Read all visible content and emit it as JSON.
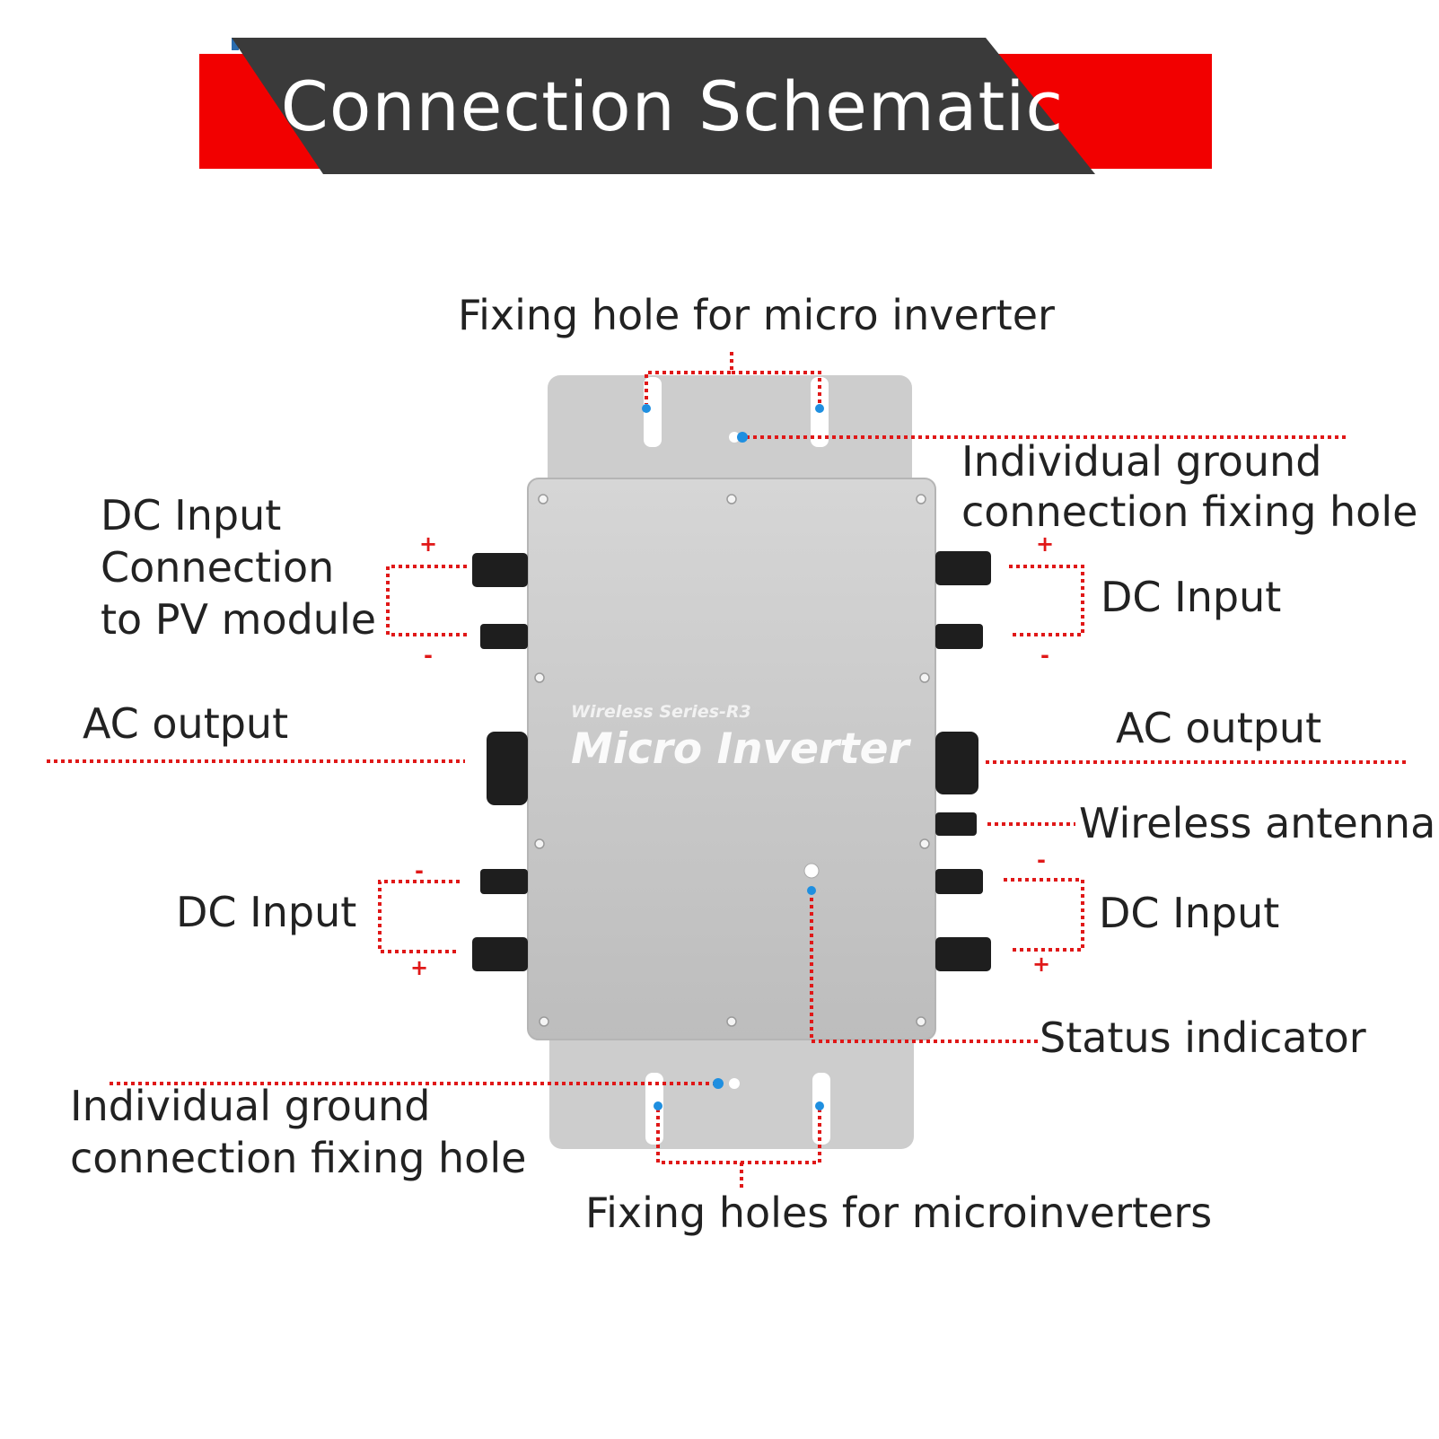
{
  "banner": {
    "title": "Connection Schematic"
  },
  "device": {
    "series": "Wireless Series-R3",
    "name": "Micro Inverter"
  },
  "labels": {
    "fixing_hole_top": "Fixing hole for micro inverter",
    "ground_top_line1": "Individual ground",
    "ground_top_line2": "connection fixing hole",
    "dc_left_top_line1": "DC Input",
    "dc_left_top_line2": "Connection",
    "dc_left_top_line3": "to PV module",
    "dc_right_top": "DC Input",
    "ac_left": "AC output",
    "ac_right": "AC output",
    "wireless_antenna": "Wireless antenna",
    "dc_left_bottom": "DC Input",
    "dc_right_bottom": "DC Input",
    "status_indicator": "Status indicator",
    "ground_bottom_line1": "Individual ground",
    "ground_bottom_line2": "connection fixing hole",
    "fixing_holes_bottom": "Fixing holes for microinverters"
  },
  "polarity": {
    "plus": "+",
    "minus": "-"
  },
  "colors": {
    "banner_red": "#f20000",
    "banner_dark": "#3a3a3a",
    "leader_red": "#e01818",
    "point_blue": "#1f8fe0",
    "device_grey": "#c8c8c8"
  }
}
